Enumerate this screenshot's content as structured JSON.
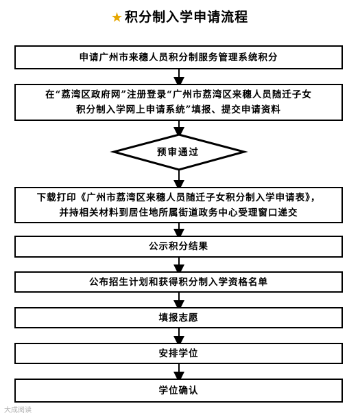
{
  "title": {
    "star": "★",
    "text": "积分制入学申请流程"
  },
  "steps": {
    "s1": "申请广州市来穗人员积分制服务管理系统积分",
    "s2_line1": "在“荔湾区政府网”注册登录“广州市荔湾区来穗人员随迁子女",
    "s2_line2": "积分制入学网上申请系统”填报、提交申请资料",
    "decision": "预审通过",
    "s3_line1": "下载打印《广州市荔湾区来穗人员随迁子女积分制入学申请表》，",
    "s3_line2": "并持相关材料到居住地所属街道政务中心受理窗口递交",
    "s4": "公示积分结果",
    "s5": "公布招生计划和获得积分制入学资格名单",
    "s6": "填报志愿",
    "s7": "安排学位",
    "s8": "学位确认"
  },
  "watermark": "大成阅读"
}
